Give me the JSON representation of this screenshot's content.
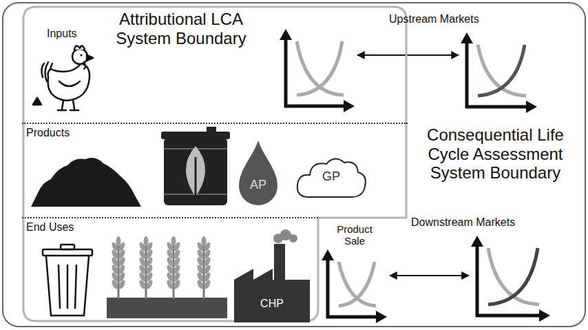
{
  "diagram": {
    "nodes": [
      {
        "text": [
          "Consequential Life Cycle Assessment System Boundary"
        ]
      },
      {
        "text": [
          "Attributional LCA System Boundary"
        ],
        "in": 0
      },
      {
        "text": [
          "Inputs"
        ],
        "in": 1
      },
      {
        "text": [],
        "in": 2
      },
      {
        "text": [
          "Upstream Markets"
        ],
        "in": 0
      },
      {
        "text": [
          "Products"
        ],
        "in": 1
      },
      {
        "text": [
          "AP"
        ],
        "in": 5
      },
      {
        "text": [
          "GP"
        ],
        "in": 5
      },
      {
        "text": [
          "End Uses"
        ],
        "in": 1
      },
      {
        "text": [
          "CHP"
        ],
        "in": 8
      },
      {
        "text": [
          "Product Sale"
        ],
        "in": 0
      },
      {
        "text": [
          "Downstream Markets"
        ],
        "in": 0
      }
    ],
    "edges": [
      {
        "from": 3,
        "to": 4,
        "arrow": "both"
      },
      {
        "from": 10,
        "to": 11,
        "arrow": "both"
      }
    ]
  }
}
